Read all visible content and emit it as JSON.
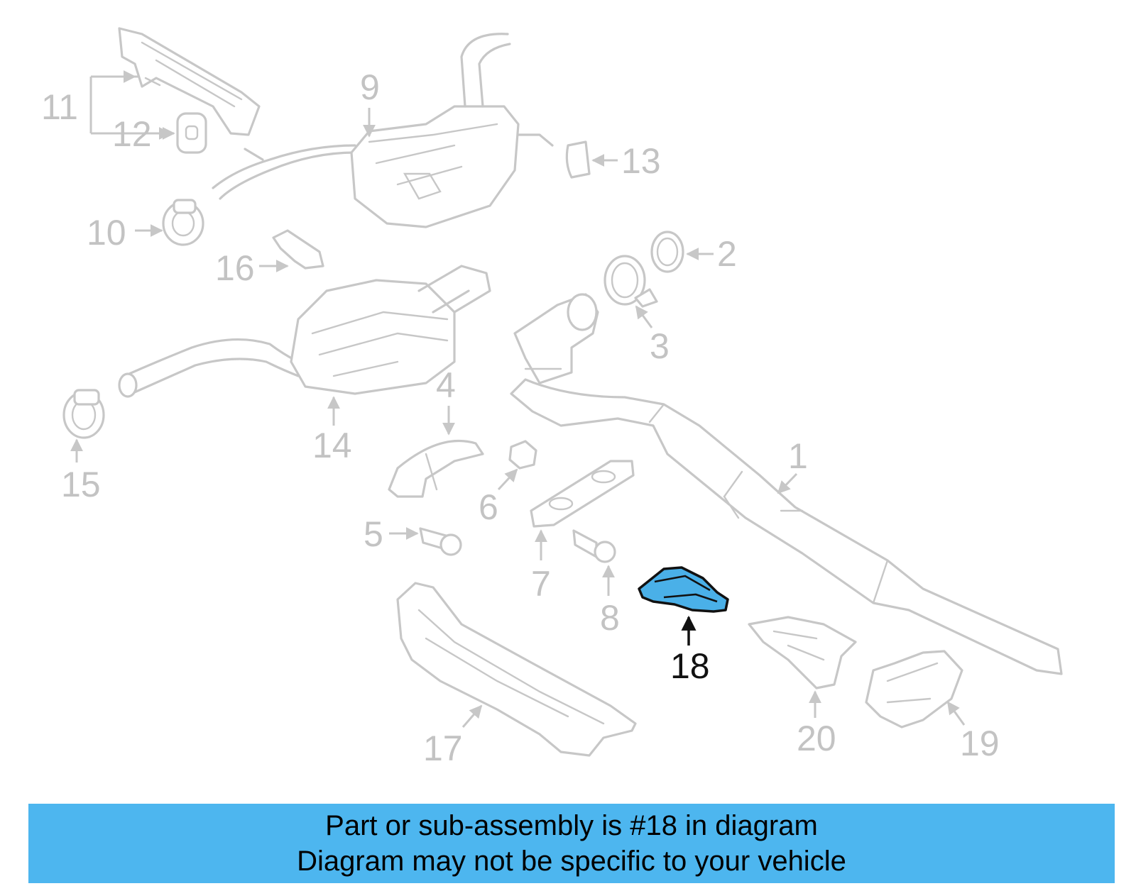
{
  "diagram": {
    "highlighted_part": "18",
    "callouts": [
      {
        "id": "1",
        "label": "1"
      },
      {
        "id": "2",
        "label": "2"
      },
      {
        "id": "3",
        "label": "3"
      },
      {
        "id": "4",
        "label": "4"
      },
      {
        "id": "5",
        "label": "5"
      },
      {
        "id": "6",
        "label": "6"
      },
      {
        "id": "7",
        "label": "7"
      },
      {
        "id": "8",
        "label": "8"
      },
      {
        "id": "9",
        "label": "9"
      },
      {
        "id": "10",
        "label": "10"
      },
      {
        "id": "11",
        "label": "11"
      },
      {
        "id": "12",
        "label": "12"
      },
      {
        "id": "13",
        "label": "13"
      },
      {
        "id": "14",
        "label": "14"
      },
      {
        "id": "15",
        "label": "15"
      },
      {
        "id": "16",
        "label": "16"
      },
      {
        "id": "17",
        "label": "17"
      },
      {
        "id": "18",
        "label": "18"
      },
      {
        "id": "19",
        "label": "19"
      },
      {
        "id": "20",
        "label": "20"
      }
    ],
    "colors": {
      "highlight_fill": "#4ab0e8",
      "part_stroke": "#c7c7c7",
      "caption_background": "#4db6ef"
    }
  },
  "caption": {
    "line1": "Part or sub-assembly is #18 in diagram",
    "line2": "Diagram may not be specific to your vehicle"
  }
}
